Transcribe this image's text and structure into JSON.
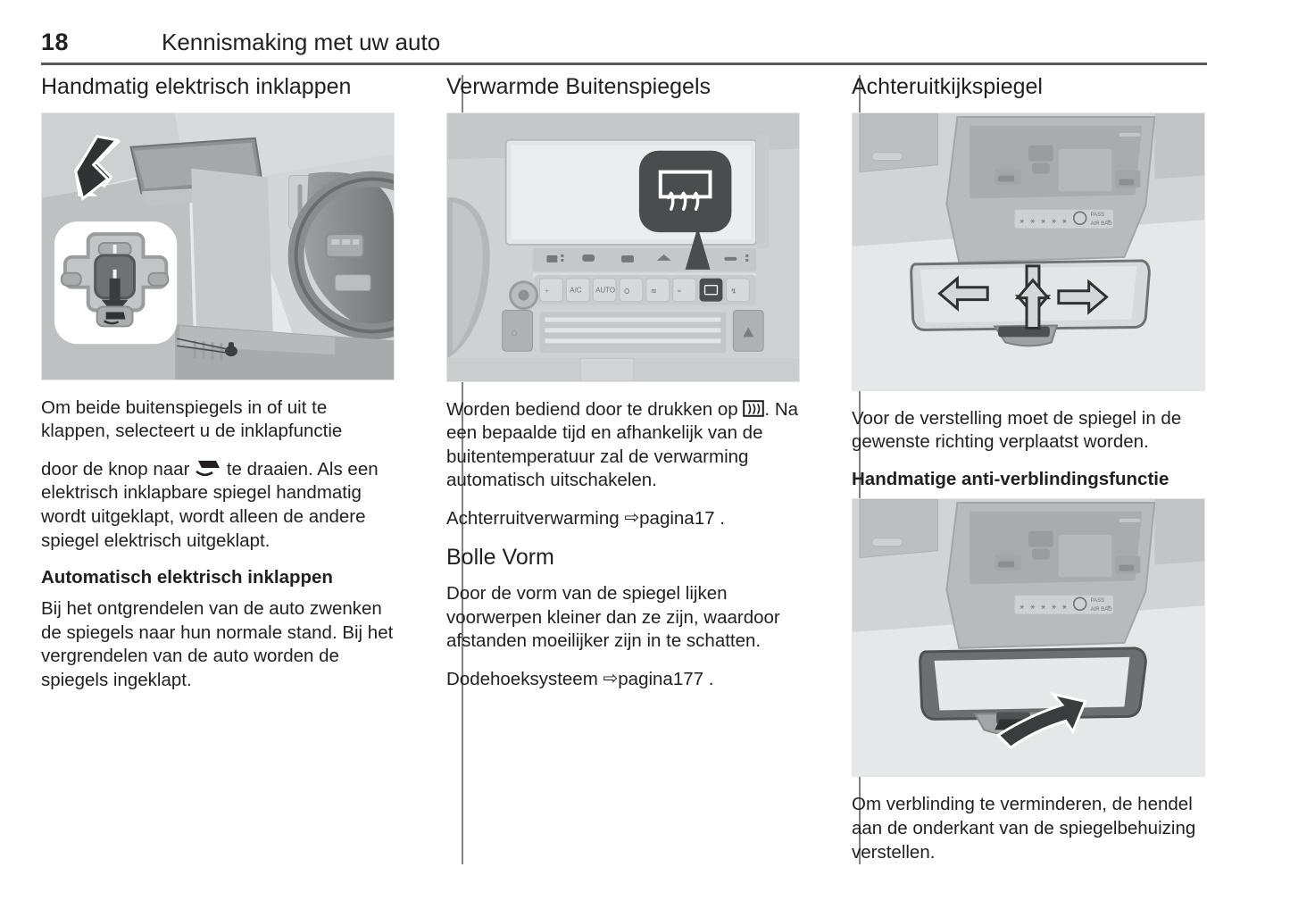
{
  "header": {
    "page_number": "18",
    "chapter_title": "Kennismaking met uw auto"
  },
  "columns": {
    "left": {
      "heading": "Handmatig elektrisch inklappen",
      "figure_caption_icon": "mirror-fold-icon",
      "para1_part1": "Om beide buitenspiegels in of uit te klappen, selecteert u de inklapfunctie",
      "para1_part2": "door de knop naar",
      "para1_part3": "te draaien. Als een elektrisch inklapbare spiegel handmatig wordt uitgeklapt, wordt alleen de andere spiegel elektrisch uitgeklapt.",
      "subheading": "Automatisch elektrisch inklappen",
      "para2": "Bij het ontgrendelen van de auto zwenken de spiegels naar hun normale stand. Bij het vergrendelen van de auto worden de spiegels ingeklapt."
    },
    "middle": {
      "heading": "Verwarmde Buitenspiegels",
      "para1_part1": "Worden bediend door te drukken op",
      "para1_part2": ". Na een bepaalde tijd en afhankelijk van de buitentemperatuur zal de verwarming automatisch uitschakelen.",
      "ref1_label": "Achterruitverwarming",
      "ref1_arrow": "⇨",
      "ref1_target": "pagina17",
      "ref1_period": ".",
      "subheading": "Bolle Vorm",
      "para2": "Door de vorm van de spiegel lijken voorwerpen kleiner dan ze zijn, waardoor afstanden moeilijker zijn in te schatten.",
      "ref2_label": "Dodehoeksysteem",
      "ref2_arrow": "⇨",
      "ref2_target": "pagina177",
      "ref2_period": "."
    },
    "right": {
      "heading": "Achteruitkijkspiegel",
      "para1": "Voor de verstelling moet de spiegel in de gewenste richting verplaatst worden.",
      "subheading": "Handmatige anti-verblindingsfunctie",
      "para2": "Om verblinding te verminderen, de hendel aan de onderkant van de spiegelbehuizing verstellen."
    }
  },
  "figures": {
    "left": {
      "name": "mirror-fold-control-illustration",
      "description": "Interieur met bestuurdersdeur-bedieningspaneel en buitenspiegel",
      "callout_icon": "mirror-fold-icon"
    },
    "middle": {
      "name": "heated-mirror-button-illustration",
      "description": "Middenconsole met klimaatbedieningstoetsen en uitvergrote achterruitverwarmingstoets",
      "callout_icon": "rear-defrost-icon"
    },
    "right_top": {
      "name": "rearview-mirror-adjust-illustration",
      "description": "Binnenspiegel met verstelrichtingen"
    },
    "right_bottom": {
      "name": "rearview-mirror-antiglare-illustration",
      "description": "Binnenspiegel met hendel voor anti-verblindingsfunctie"
    }
  },
  "colors": {
    "text": "#231f20",
    "rule": "#58595b",
    "divider": "#808285",
    "figure_bg": "#e9eaeb",
    "callout_dark": "#4a4c4e"
  }
}
